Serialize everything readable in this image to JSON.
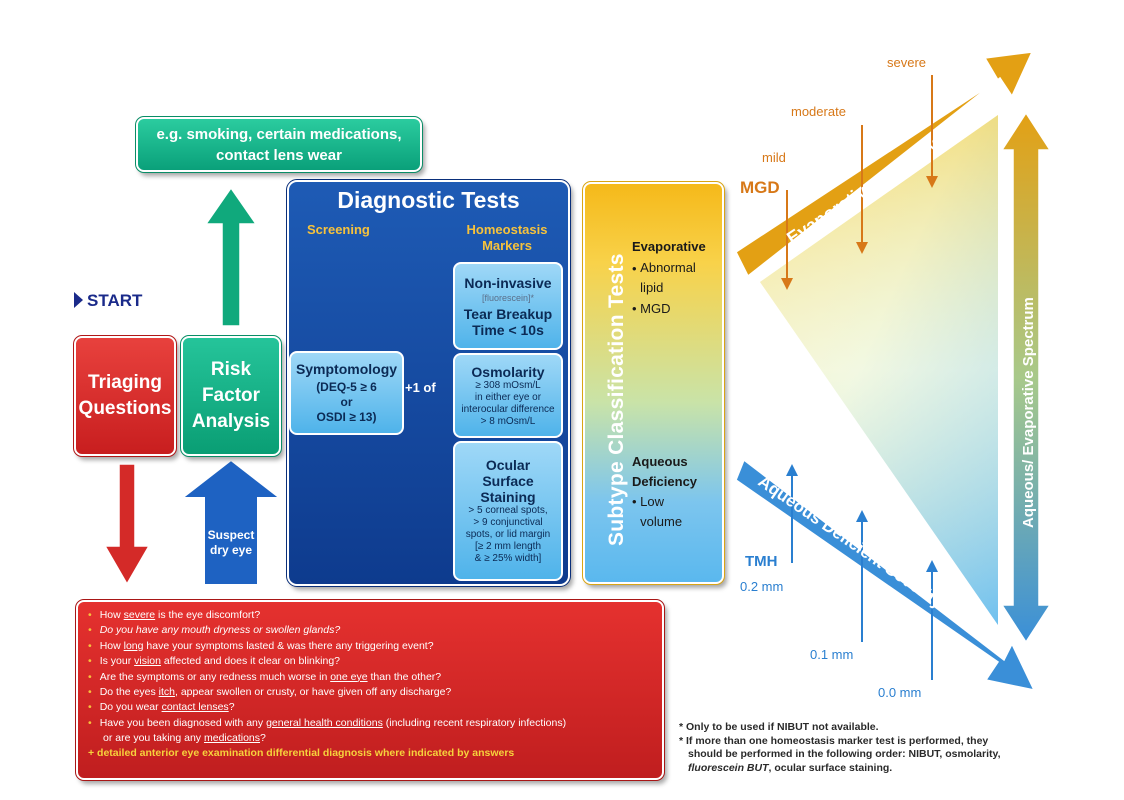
{
  "start": {
    "label": "START"
  },
  "boxes": {
    "triage": [
      "Triaging",
      "Questions"
    ],
    "risk": [
      "Risk",
      "Factor",
      "Analysis"
    ],
    "example": [
      "e.g. smoking, certain medications,",
      "contact lens wear"
    ],
    "suspect": [
      "Suspect",
      "dry eye"
    ]
  },
  "diagnostic": {
    "title": "Diagnostic Tests",
    "screening": "Screening",
    "homeostasis": [
      "Homeostasis",
      "Markers"
    ],
    "symptomology": {
      "title": "Symptomology",
      "lines": [
        "(DEQ-5 ≥ 6",
        "or",
        "OSDI ≥ 13)"
      ]
    },
    "plus": "+1 of",
    "tests": [
      {
        "title": "Non-invasive",
        "lines": [
          "[fluorescein]*",
          "Tear Breakup",
          "Time < 10s"
        ]
      },
      {
        "title": "Osmolarity",
        "lines": [
          "≥ 308 mOsm/L",
          "in either eye or",
          "interocular difference",
          "> 8 mOsm/L"
        ]
      },
      {
        "title": "Ocular Surface Staining",
        "lines": [
          "> 5 corneal spots,",
          "> 9 conjunctival",
          "spots, or lid margin",
          "[≥ 2 mm length",
          "& ≥ 25% width]"
        ]
      }
    ]
  },
  "subtype": {
    "label": "Subtype Classification Tests",
    "evaporative": {
      "title": "Evaporative",
      "items": [
        "Abnormal lipid",
        "MGD"
      ]
    },
    "aqueous": {
      "title": [
        "Aqueous",
        "Deficiency"
      ],
      "items": [
        "Low volume"
      ]
    }
  },
  "questions": [
    {
      "pre": "How ",
      "u": "severe",
      "post": " is the eye discomfort?",
      "italic": false
    },
    {
      "pre": "Do you have any mouth dryness or swollen glands?",
      "u": "",
      "post": "",
      "italic": true
    },
    {
      "pre": "How ",
      "u": "long",
      "post": " have your symptoms lasted & was there any triggering event?",
      "italic": false
    },
    {
      "pre": "Is your ",
      "u": "vision",
      "post": " affected and does it clear on blinking?",
      "italic": false
    },
    {
      "pre": "Are the symptoms or any redness much worse in ",
      "u": "one eye",
      "post": " than the other?",
      "italic": false
    },
    {
      "pre": "Do the eyes ",
      "u": "itch",
      "post": ", appear swollen or crusty, or have given off any discharge?",
      "italic": false
    },
    {
      "pre": "Do you wear ",
      "u": "contact lenses",
      "post": "?",
      "italic": false
    },
    {
      "pre": "Have you been diagnosed with any ",
      "u": "general health conditions",
      "post": " (including recent respiratory infections)",
      "italic": false
    }
  ],
  "questions_cont": {
    "pre": "or are you taking any ",
    "u": "medications",
    "post": "?"
  },
  "questions_footer": "+ detailed anterior eye examination differential diagnosis where indicated by answers",
  "severity": {
    "evaporative_label": "Evaporative Severity",
    "aqueous_label": "Aqueous Deficient Severity",
    "spectrum_label": "Aqueous/ Evaporative Spectrum",
    "evap_levels": [
      "mild",
      "moderate",
      "severe"
    ],
    "mgd": "MGD",
    "tmh": "TMH",
    "tmh_levels": [
      "0.2 mm",
      "0.1 mm",
      "0.0 mm"
    ]
  },
  "notes": [
    "* Only to be used if NIBUT not available.",
    "* If more than one homeostasis marker test is performed, they",
    "should be performed in the following order: NIBUT, osmolarity,",
    "fluorescein BUT",
    ", ocular surface staining."
  ],
  "colors": {
    "triage": "#d42a28",
    "risk": "#14b084",
    "diagnostic": "#144aa0",
    "subtype": "#f5b91a",
    "evap_arrow": "#e3a014",
    "aqu_arrow": "#3a8fd8"
  }
}
